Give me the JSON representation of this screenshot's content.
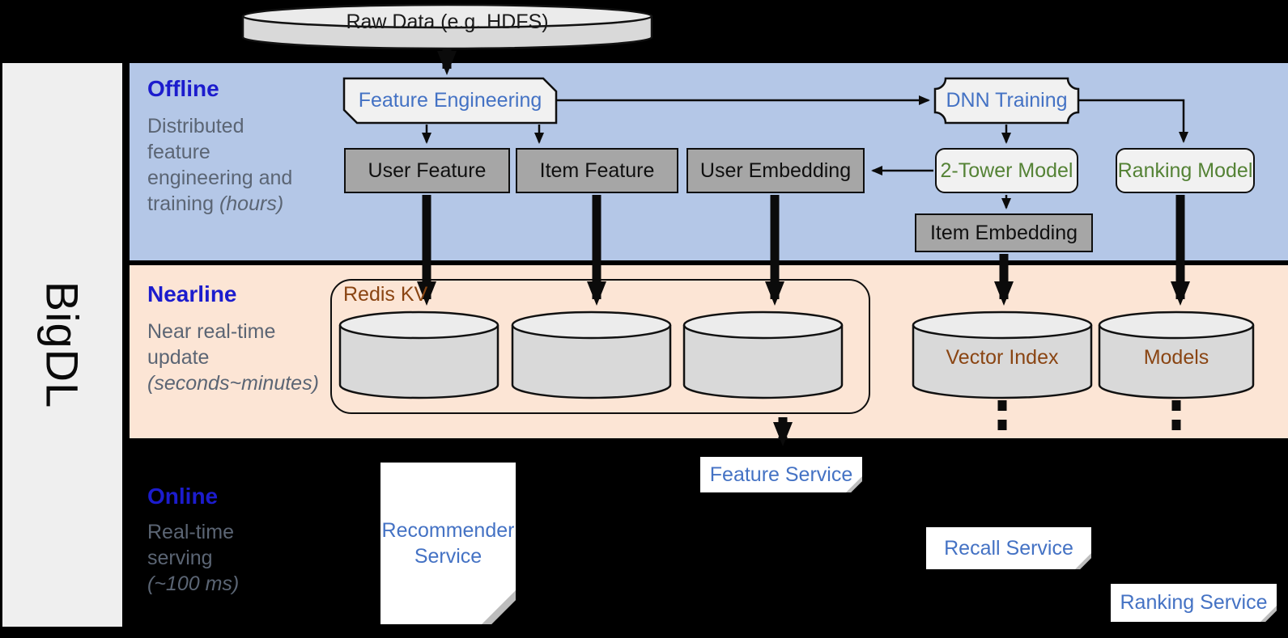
{
  "product": {
    "name": "BigDL"
  },
  "source_store": {
    "label": "Raw Data (e.g. HDFS)"
  },
  "sections": {
    "offline": {
      "title": "Offline",
      "subtitle": "Distributed\nfeature\nengineering and\ntraining ",
      "note": "(hours)"
    },
    "nearline": {
      "title": "Nearline",
      "subtitle": "Near real-time\nupdate\n",
      "note": "(seconds~minutes)"
    },
    "online": {
      "title": "Online",
      "subtitle": "Real-time\nserving\n",
      "note": "(~100 ms)"
    }
  },
  "nodes": {
    "feature_engineering": "Feature Engineering",
    "dnn_training": "DNN Training",
    "user_feature": "User Feature",
    "item_feature": "Item Feature",
    "user_embedding": "User Embedding",
    "two_tower_model": "2-Tower Model",
    "ranking_model": "Ranking Model",
    "item_embedding": "Item Embedding",
    "redis_kv": "Redis KV",
    "vector_index": "Vector Index",
    "models": "Models",
    "recommender_service": "Recommender Service",
    "feature_service": "Feature Service",
    "recall_service": "Recall Service",
    "ranking_service": "Ranking Service"
  },
  "colors": {
    "offline_band": "#b4c7e7",
    "nearline_band": "#fce5d5",
    "online_background": "#000000",
    "sidebar": "#efefef",
    "section_title_blue": "#1c1ccd",
    "section_subtitle_gray": "#5b6574",
    "node_blue_text": "#4472c4",
    "model_green_text": "#548235",
    "store_brown_text": "#8a4513",
    "dark_node_fill": "#a6a6a6",
    "light_node_fill": "#f1f1f1",
    "cylinder_fill": "#d9d9d9"
  }
}
